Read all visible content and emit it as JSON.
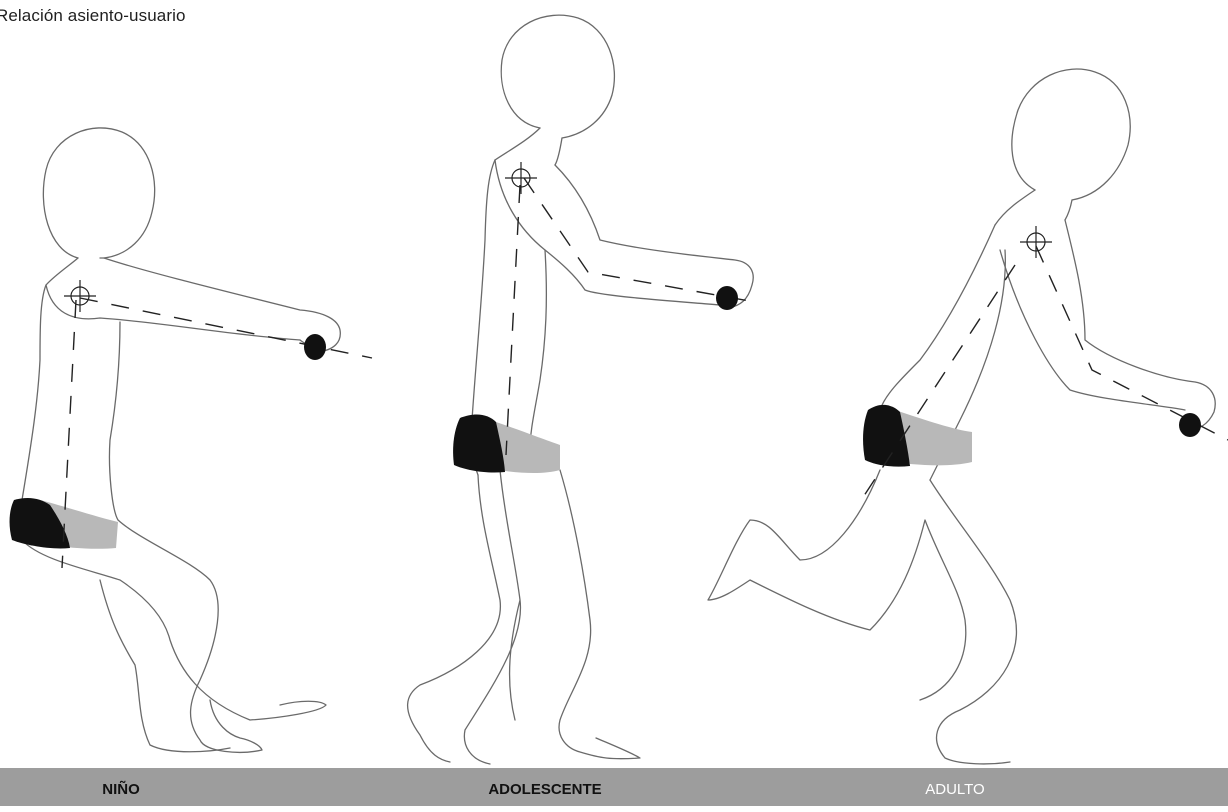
{
  "title": "Relación asiento-usuario",
  "figures": [
    {
      "label": "NIÑO",
      "label_color": "#111111",
      "label_weight": "bold"
    },
    {
      "label": "ADOLESCENTE",
      "label_color": "#111111",
      "label_weight": "bold"
    },
    {
      "label": "ADULTO",
      "label_color": "#ffffff",
      "label_weight": "normal"
    }
  ],
  "colors": {
    "caption_bar": "#9d9d9d",
    "outline": "#6a6a6a",
    "seat_front": "#111111",
    "seat_back": "#b8b8b8"
  },
  "icons": [
    "shoulder-pivot-crosshair-icon",
    "hand-grip-icon",
    "saddle-seat-icon"
  ]
}
